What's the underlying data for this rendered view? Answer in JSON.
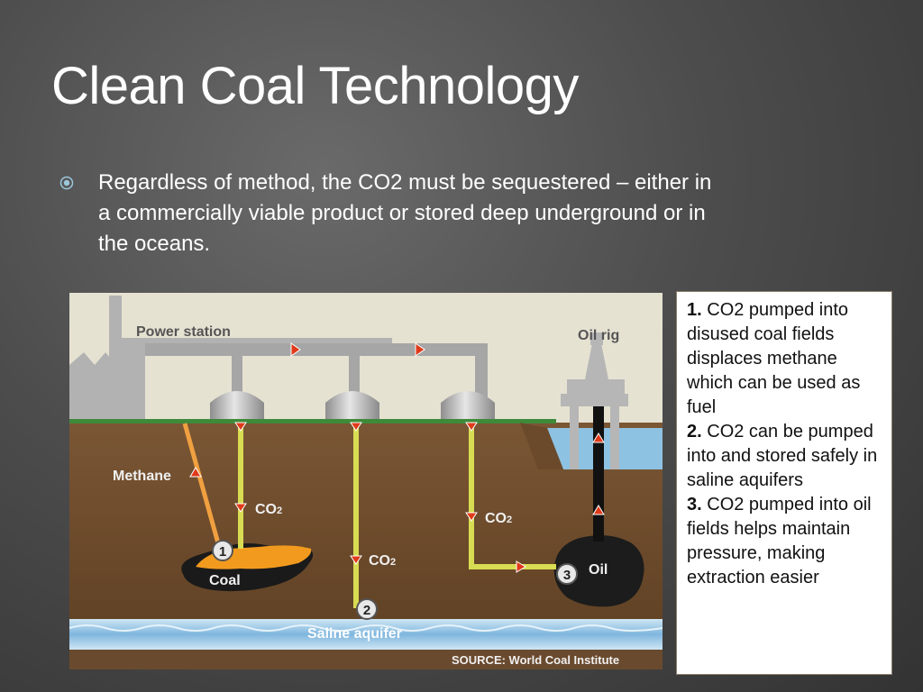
{
  "slide": {
    "title": "Clean Coal Technology",
    "bullet": "Regardless of method, the CO2 must be sequestered – either in a commercially viable product or stored deep underground or in the oceans."
  },
  "diagram": {
    "labels": {
      "power_station": "Power station",
      "oil_rig": "Oil rig",
      "methane": "Methane",
      "co2_sub": "2",
      "co2_base": "CO",
      "coal": "Coal",
      "oil": "Oil",
      "saline_aquifer": "Saline aquifer",
      "source": "SOURCE: World Coal Institute"
    },
    "markers": [
      "1",
      "2",
      "3"
    ]
  },
  "caption": {
    "steps": [
      {
        "num": "1.",
        "text": "CO2 pumped into disused coal fields displaces methane which can be used as fuel"
      },
      {
        "num": "2.",
        "text": "CO2 can be pumped into and stored safely in saline aquifers"
      },
      {
        "num": "3.",
        "text": "CO2 pumped into oil fields helps maintain pressure, making extraction easier"
      }
    ]
  },
  "colors": {
    "pipe_co2": "#d8dc52",
    "pipe_methane": "#f0a040",
    "arrow": "#e03a1a",
    "soil": "#6b4a2c",
    "sky": "#e4e0d0",
    "water": "#8cc0e0"
  }
}
